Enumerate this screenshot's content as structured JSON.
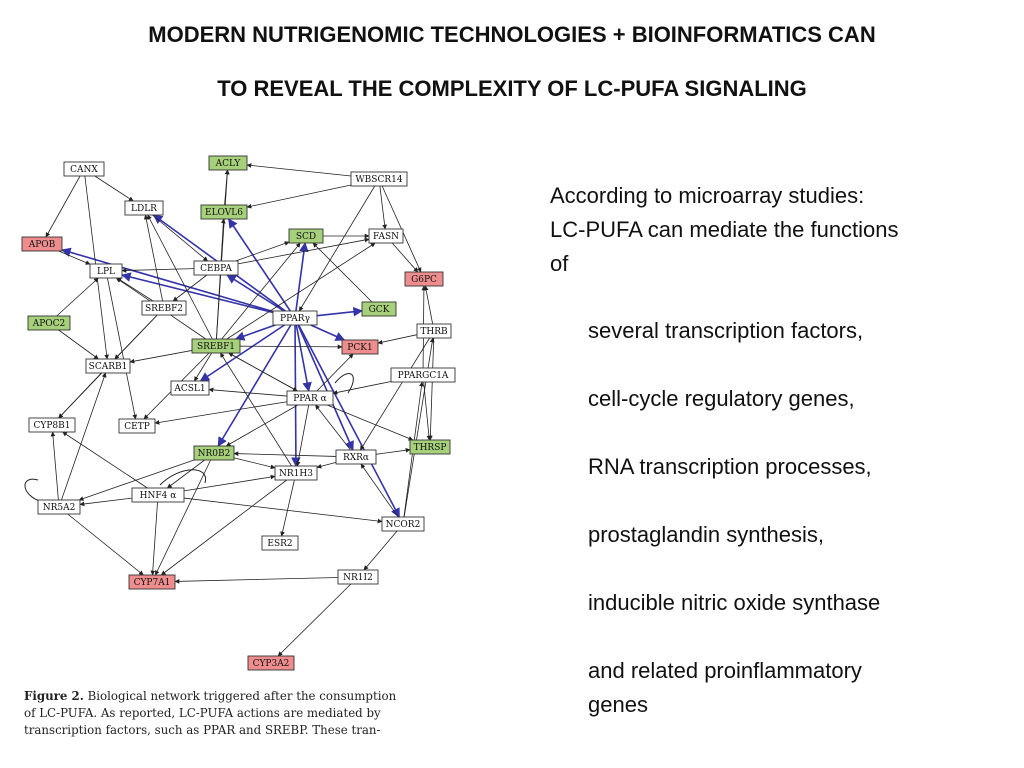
{
  "title": {
    "line1": "MODERN NUTRIGENOMIC TECHNOLOGIES + BIOINFORMATICS CAN",
    "line2": "TO REVEAL THE COMPLEXITY OF LC-PUFA SIGNALING"
  },
  "intro": {
    "line1": "According to microarray studies:",
    "line2": "LC-PUFA can mediate the functions",
    "line3": "of"
  },
  "items": [
    "several transcription  factors,",
    "cell-cycle regulatory genes,",
    "RNA transcription processes,",
    "prostaglandin synthesis,",
    "inducible nitric oxide  synthase",
    "and related proinflammatory",
    "genes"
  ],
  "caption": {
    "figure_label": "Figure 2.",
    "line1": "Biological network triggered after the consumption",
    "line2": "of LC-PUFA. As reported, LC-PUFA actions are mediated by",
    "line3": "transcription factors, such as PPAR and SREBP. These tran-"
  },
  "colors": {
    "green": "#a6d07a",
    "red": "#ee8d8d",
    "white": "#ffffff",
    "blue_edge": "#3333aa",
    "black_edge": "#222222"
  },
  "network": {
    "nodes": [
      {
        "id": "CANX",
        "label": "CANX",
        "color": "white"
      },
      {
        "id": "ACLY",
        "label": "ACLY",
        "color": "green"
      },
      {
        "id": "WBSCR14",
        "label": "WBSCR14",
        "color": "white"
      },
      {
        "id": "LDLR",
        "label": "LDLR",
        "color": "white"
      },
      {
        "id": "ELOVL6",
        "label": "ELOVL6",
        "color": "green"
      },
      {
        "id": "SCD",
        "label": "SCD",
        "color": "green"
      },
      {
        "id": "FASN",
        "label": "FASN",
        "color": "white"
      },
      {
        "id": "APOB",
        "label": "APOB",
        "color": "red"
      },
      {
        "id": "G6PC",
        "label": "G6PC",
        "color": "red"
      },
      {
        "id": "LPL",
        "label": "LPL",
        "color": "white"
      },
      {
        "id": "CEBPA",
        "label": "CEBPA",
        "color": "white"
      },
      {
        "id": "SREBF2",
        "label": "SREBF2",
        "color": "white"
      },
      {
        "id": "GCK",
        "label": "GCK",
        "color": "green"
      },
      {
        "id": "PPARG",
        "label": "PPARγ",
        "color": "white"
      },
      {
        "id": "APOC2",
        "label": "APOC2",
        "color": "green"
      },
      {
        "id": "THRB",
        "label": "THRB",
        "color": "white"
      },
      {
        "id": "SREBF1",
        "label": "SREBF1",
        "color": "green"
      },
      {
        "id": "PCK1",
        "label": "PCK1",
        "color": "red"
      },
      {
        "id": "SCARB1",
        "label": "SCARB1",
        "color": "white"
      },
      {
        "id": "PPARGC1A",
        "label": "PPARGC1A",
        "color": "white"
      },
      {
        "id": "ACSL1",
        "label": "ACSL1",
        "color": "white"
      },
      {
        "id": "PPARA",
        "label": "PPAR α",
        "color": "white"
      },
      {
        "id": "CYP8B1",
        "label": "CYP8B1",
        "color": "white"
      },
      {
        "id": "CETP",
        "label": "CETP",
        "color": "white"
      },
      {
        "id": "THRSP",
        "label": "THRSP",
        "color": "green"
      },
      {
        "id": "NR0B2",
        "label": "NR0B2",
        "color": "green"
      },
      {
        "id": "RXRA",
        "label": "RXRα",
        "color": "white"
      },
      {
        "id": "NR1H3",
        "label": "NR1H3",
        "color": "white"
      },
      {
        "id": "HNF4A",
        "label": "HNF4 α",
        "color": "white"
      },
      {
        "id": "NR5A2",
        "label": "NR5A2",
        "color": "white"
      },
      {
        "id": "NCOR2",
        "label": "NCOR2",
        "color": "white"
      },
      {
        "id": "ESR2",
        "label": "ESR2",
        "color": "white"
      },
      {
        "id": "CYP7A1",
        "label": "CYP7A1",
        "color": "red"
      },
      {
        "id": "NR1I2",
        "label": "NR1I2",
        "color": "white"
      },
      {
        "id": "CYP3A2",
        "label": "CYP3A2",
        "color": "red"
      }
    ],
    "edges": [
      [
        "PPARG",
        "ELOVL6",
        "blue"
      ],
      [
        "PPARG",
        "SCD",
        "blue"
      ],
      [
        "PPARG",
        "LPL",
        "blue"
      ],
      [
        "PPARG",
        "CEBPA",
        "blue"
      ],
      [
        "PPARG",
        "GCK",
        "blue"
      ],
      [
        "PPARG",
        "PCK1",
        "blue"
      ],
      [
        "PPARG",
        "SREBF1",
        "blue"
      ],
      [
        "PPARG",
        "ACSL1",
        "blue"
      ],
      [
        "PPARG",
        "PPARA",
        "blue"
      ],
      [
        "PPARG",
        "NR0B2",
        "blue"
      ],
      [
        "PPARG",
        "RXRA",
        "blue"
      ],
      [
        "PPARG",
        "LDLR",
        "blue"
      ],
      [
        "PPARG",
        "NCOR2",
        "blue"
      ],
      [
        "PPARG",
        "NR1H3",
        "blue"
      ],
      [
        "PPARG",
        "APOB",
        "blue"
      ],
      [
        "WBSCR14",
        "ACLY",
        "black"
      ],
      [
        "WBSCR14",
        "FASN",
        "black"
      ],
      [
        "WBSCR14",
        "ELOVL6",
        "black"
      ],
      [
        "WBSCR14",
        "G6PC",
        "black"
      ],
      [
        "WBSCR14",
        "PPARG",
        "black"
      ],
      [
        "CANX",
        "LDLR",
        "black"
      ],
      [
        "CANX",
        "APOB",
        "black"
      ],
      [
        "CANX",
        "SCARB1",
        "black"
      ],
      [
        "ELOVL6",
        "ACLY",
        "black"
      ],
      [
        "SREBF1",
        "LDLR",
        "black"
      ],
      [
        "SREBF1",
        "FASN",
        "black"
      ],
      [
        "SREBF1",
        "SCD",
        "black"
      ],
      [
        "SREBF1",
        "ELOVL6",
        "black"
      ],
      [
        "SREBF1",
        "ACLY",
        "black"
      ],
      [
        "SREBF1",
        "LPL",
        "black"
      ],
      [
        "SREBF1",
        "SCARB1",
        "black"
      ],
      [
        "SREBF1",
        "ACSL1",
        "black"
      ],
      [
        "SREBF1",
        "CETP",
        "black"
      ],
      [
        "SREBF1",
        "PCK1",
        "black"
      ],
      [
        "SREBF1",
        "PPARA",
        "black"
      ],
      [
        "SREBF2",
        "LDLR",
        "black"
      ],
      [
        "SREBF2",
        "SCARB1",
        "black"
      ],
      [
        "SREBF2",
        "LPL",
        "black"
      ],
      [
        "SREBF2",
        "CYP8B1",
        "black"
      ],
      [
        "CEBPA",
        "LPL",
        "black"
      ],
      [
        "CEBPA",
        "SREBF2",
        "black"
      ],
      [
        "CEBPA",
        "SCD",
        "black"
      ],
      [
        "CEBPA",
        "FASN",
        "black"
      ],
      [
        "PPARA",
        "ACSL1",
        "black"
      ],
      [
        "PPARA",
        "PCK1",
        "black"
      ],
      [
        "PPARA",
        "SREBF1",
        "black"
      ],
      [
        "PPARA",
        "CETP",
        "black"
      ],
      [
        "PPARA",
        "THRSP",
        "black"
      ],
      [
        "PPARA",
        "NR1H3",
        "black"
      ],
      [
        "PPARA",
        "NR0B2",
        "black"
      ],
      [
        "THRB",
        "G6PC",
        "black"
      ],
      [
        "THRB",
        "THRSP",
        "black"
      ],
      [
        "THRB",
        "PCK1",
        "black"
      ],
      [
        "THRB",
        "RXRA",
        "black"
      ],
      [
        "PPARGC1A",
        "PPARA",
        "black"
      ],
      [
        "PPARGC1A",
        "G6PC",
        "black"
      ],
      [
        "PPARGC1A",
        "THRSP",
        "black"
      ],
      [
        "RXRA",
        "PPARA",
        "black"
      ],
      [
        "RXRA",
        "THRSP",
        "black"
      ],
      [
        "RXRA",
        "NR1H3",
        "black"
      ],
      [
        "RXRA",
        "NR0B2",
        "black"
      ],
      [
        "NR1H3",
        "SREBF1",
        "black"
      ],
      [
        "NR1H3",
        "CYP7A1",
        "black"
      ],
      [
        "NR1H3",
        "ESR2",
        "black"
      ],
      [
        "NR0B2",
        "NR1H3",
        "black"
      ],
      [
        "NR0B2",
        "HNF4A",
        "black"
      ],
      [
        "NR0B2",
        "NR5A2",
        "black"
      ],
      [
        "NR0B2",
        "CYP7A1",
        "black"
      ],
      [
        "HNF4A",
        "NR5A2",
        "black"
      ],
      [
        "HNF4A",
        "CYP7A1",
        "black"
      ],
      [
        "HNF4A",
        "CYP8B1",
        "black"
      ],
      [
        "HNF4A",
        "NCOR2",
        "black"
      ],
      [
        "HNF4A",
        "NR1H3",
        "black"
      ],
      [
        "NR5A2",
        "CYP8B1",
        "black"
      ],
      [
        "NR5A2",
        "CYP7A1",
        "black"
      ],
      [
        "NR5A2",
        "SCARB1",
        "black"
      ],
      [
        "NCOR2",
        "RXRA",
        "black"
      ],
      [
        "NCOR2",
        "THRB",
        "black"
      ],
      [
        "NCOR2",
        "PPARGC1A",
        "black"
      ],
      [
        "NCOR2",
        "NR1I2",
        "black"
      ],
      [
        "NR1I2",
        "CYP3A2",
        "black"
      ],
      [
        "NR1I2",
        "CYP7A1",
        "black"
      ],
      [
        "APOB",
        "LPL",
        "black"
      ],
      [
        "APOC2",
        "LPL",
        "black"
      ],
      [
        "APOC2",
        "SCARB1",
        "black"
      ],
      [
        "LPL",
        "CETP",
        "black"
      ],
      [
        "SCARB1",
        "CYP8B1",
        "black"
      ],
      [
        "GCK",
        "SCD",
        "black"
      ],
      [
        "FASN",
        "G6PC",
        "black"
      ],
      [
        "SCD",
        "FASN",
        "black"
      ],
      [
        "LDLR",
        "CEBPA",
        "black"
      ]
    ]
  }
}
